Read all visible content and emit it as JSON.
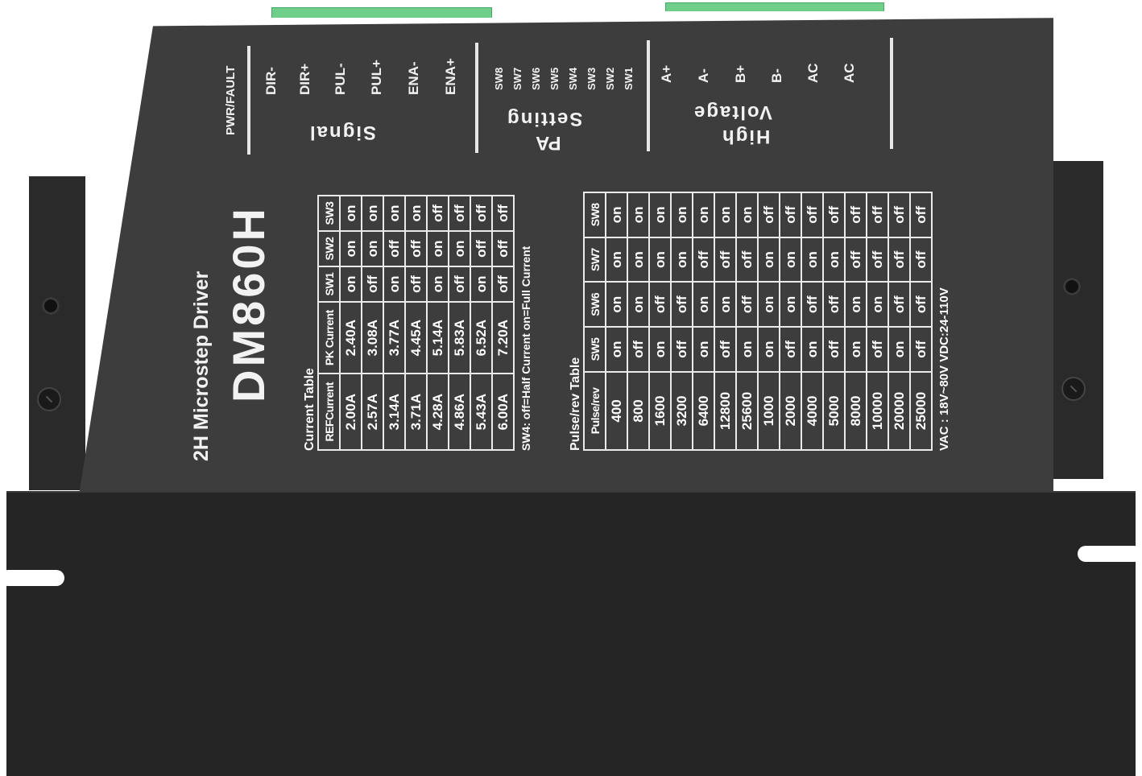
{
  "product": {
    "subtitle": "2H Microstep Driver",
    "model": "DM860H",
    "colors": {
      "body": "#3d3d3e",
      "front": "#252526",
      "terminal": "#6fcf8a",
      "print": "#f2f2f2"
    }
  },
  "top_labels": {
    "status": "PWR/FAULT",
    "signal": {
      "title": "Signal",
      "pins": [
        "DIR-",
        "DIR+",
        "PUL-",
        "PUL+",
        "ENA-",
        "ENA+"
      ]
    },
    "pa_setting": {
      "title_line1": "PA",
      "title_line2": "Setting",
      "switches": [
        "SW8",
        "SW7",
        "SW6",
        "SW5",
        "SW4",
        "SW3",
        "SW2",
        "SW1"
      ]
    },
    "high_voltage": {
      "title_line1": "High",
      "title_line2": "Voltage",
      "pins": [
        "A+",
        "A-",
        "B+",
        "B-",
        "AC",
        "AC"
      ]
    }
  },
  "current_table": {
    "title": "Current Table",
    "headers": [
      "REFCurrent",
      "PK Current",
      "SW1",
      "SW2",
      "SW3"
    ],
    "rows": [
      [
        "2.00A",
        "2.40A",
        "on",
        "on",
        "on"
      ],
      [
        "2.57A",
        "3.08A",
        "off",
        "on",
        "on"
      ],
      [
        "3.14A",
        "3.77A",
        "on",
        "off",
        "on"
      ],
      [
        "3.71A",
        "4.45A",
        "off",
        "off",
        "on"
      ],
      [
        "4.28A",
        "5.14A",
        "on",
        "on",
        "off"
      ],
      [
        "4.86A",
        "5.83A",
        "off",
        "on",
        "off"
      ],
      [
        "5.43A",
        "6.52A",
        "on",
        "off",
        "off"
      ],
      [
        "6.00A",
        "7.20A",
        "off",
        "off",
        "off"
      ]
    ],
    "note": "SW4:  off=Half Current   on=Full Current"
  },
  "pulse_table": {
    "title": "Pulse/rev Table",
    "headers": [
      "Pulse/rev",
      "SW5",
      "SW6",
      "SW7",
      "SW8"
    ],
    "rows": [
      [
        "400",
        "on",
        "on",
        "on",
        "on"
      ],
      [
        "800",
        "off",
        "on",
        "on",
        "on"
      ],
      [
        "1600",
        "on",
        "off",
        "on",
        "on"
      ],
      [
        "3200",
        "off",
        "off",
        "on",
        "on"
      ],
      [
        "6400",
        "on",
        "on",
        "off",
        "on"
      ],
      [
        "12800",
        "off",
        "on",
        "off",
        "on"
      ],
      [
        "25600",
        "on",
        "off",
        "off",
        "on"
      ],
      [
        "1000",
        "on",
        "on",
        "on",
        "off"
      ],
      [
        "2000",
        "off",
        "on",
        "on",
        "off"
      ],
      [
        "4000",
        "on",
        "off",
        "on",
        "off"
      ],
      [
        "5000",
        "off",
        "off",
        "on",
        "off"
      ],
      [
        "8000",
        "on",
        "on",
        "off",
        "off"
      ],
      [
        "10000",
        "off",
        "on",
        "off",
        "off"
      ],
      [
        "20000",
        "on",
        "off",
        "off",
        "off"
      ],
      [
        "25000",
        "off",
        "off",
        "off",
        "off"
      ]
    ],
    "note": "VAC :  18V~80V  VDC:24-110V"
  }
}
